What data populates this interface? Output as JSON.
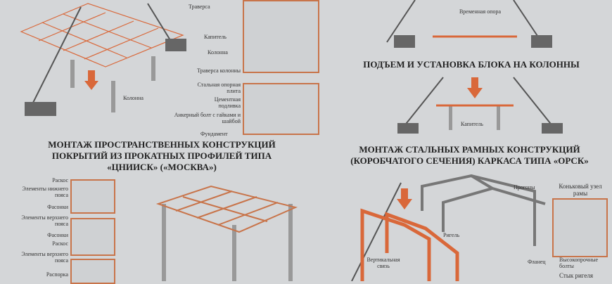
{
  "sections": {
    "top_left": {
      "labels": {
        "traverse": "Траверса",
        "capital": "Капитель",
        "column": "Колонна",
        "column_traverse": "Траверса колонны",
        "steel_plate": "Стальная опорная плита",
        "cement": "Цементная подливка",
        "anchor_bolt": "Анкерный болт с гайками и шайбой",
        "foundation": "Фундамент",
        "column_lower": "Колонна"
      }
    },
    "top_right": {
      "title": "ПОДЪЕМ И УСТАНОВКА БЛОКА НА КОЛОННЫ",
      "labels": {
        "temp_support": "Временная опора",
        "capital": "Капитель"
      }
    },
    "bottom_left": {
      "title": "МОНТАЖ ПРОСТРАНСТВЕННЫХ КОНСТРУКЦИЙ ПОКРЫТИЙ ИЗ ПРОКАТНЫХ ПРОФИЛЕЙ ТИПА «ЦНИИСК» («МОСКВА»)",
      "labels": {
        "brace1": "Раскос",
        "lower_chord": "Элементы нижнего пояса",
        "gusset1": "Фасонки",
        "upper_chord1": "Элементы верхнего пояса",
        "gusset2": "Фасонки",
        "brace2": "Раскос",
        "upper_chord2": "Элементы верхнего пояса",
        "spacer": "Распорка"
      }
    },
    "bottom_right": {
      "title": "МОНТАЖ СТАЛЬНЫХ РАМНЫХ КОНСТРУКЦИЙ (КОРОБЧАТОГО СЕЧЕНИЯ) КАРКАСА ТИПА «ОРСК»",
      "labels": {
        "purlins": "Прогоны",
        "ridge_node": "Коньковый узел рамы",
        "crossbar": "Ригель",
        "vertical_brace": "Вертикальная связь",
        "flange": "Фланец",
        "hs_bolts": "Высокопрочные болты",
        "joint": "Стык ригеля"
      }
    }
  },
  "colors": {
    "accent": "#d9683a",
    "steel": "#8a8d90"
  }
}
